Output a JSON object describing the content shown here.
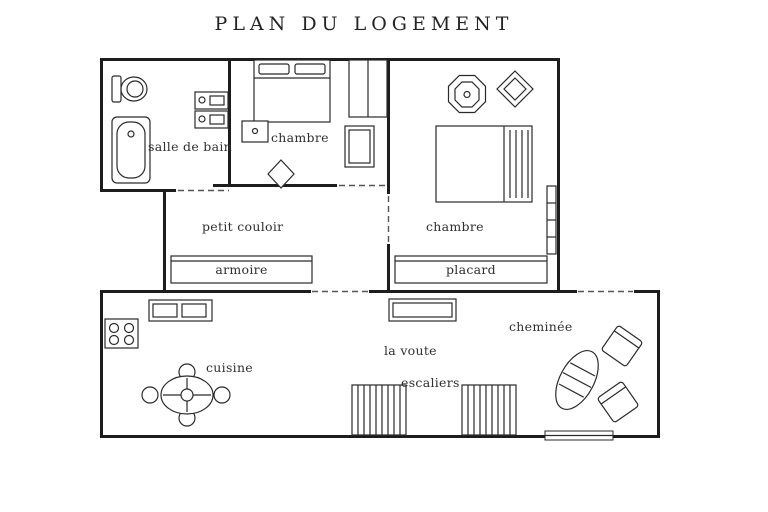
{
  "title": "PLAN DU LOGEMENT",
  "labels": {
    "salle_de_bain": "salle de bain",
    "chambre_1": "chambre",
    "chambre_2": "chambre",
    "petit_couloir": "petit couloir",
    "armoire": "armoire",
    "placard": "placard",
    "cuisine": "cuisine",
    "la_voute": "la voute",
    "escaliers": "escaliers",
    "cheminee": "cheminée"
  },
  "colors": {
    "wall": "#1d1d1d",
    "line": "#2a2a2a",
    "text": "#2f2f2f",
    "background": "#ffffff"
  }
}
